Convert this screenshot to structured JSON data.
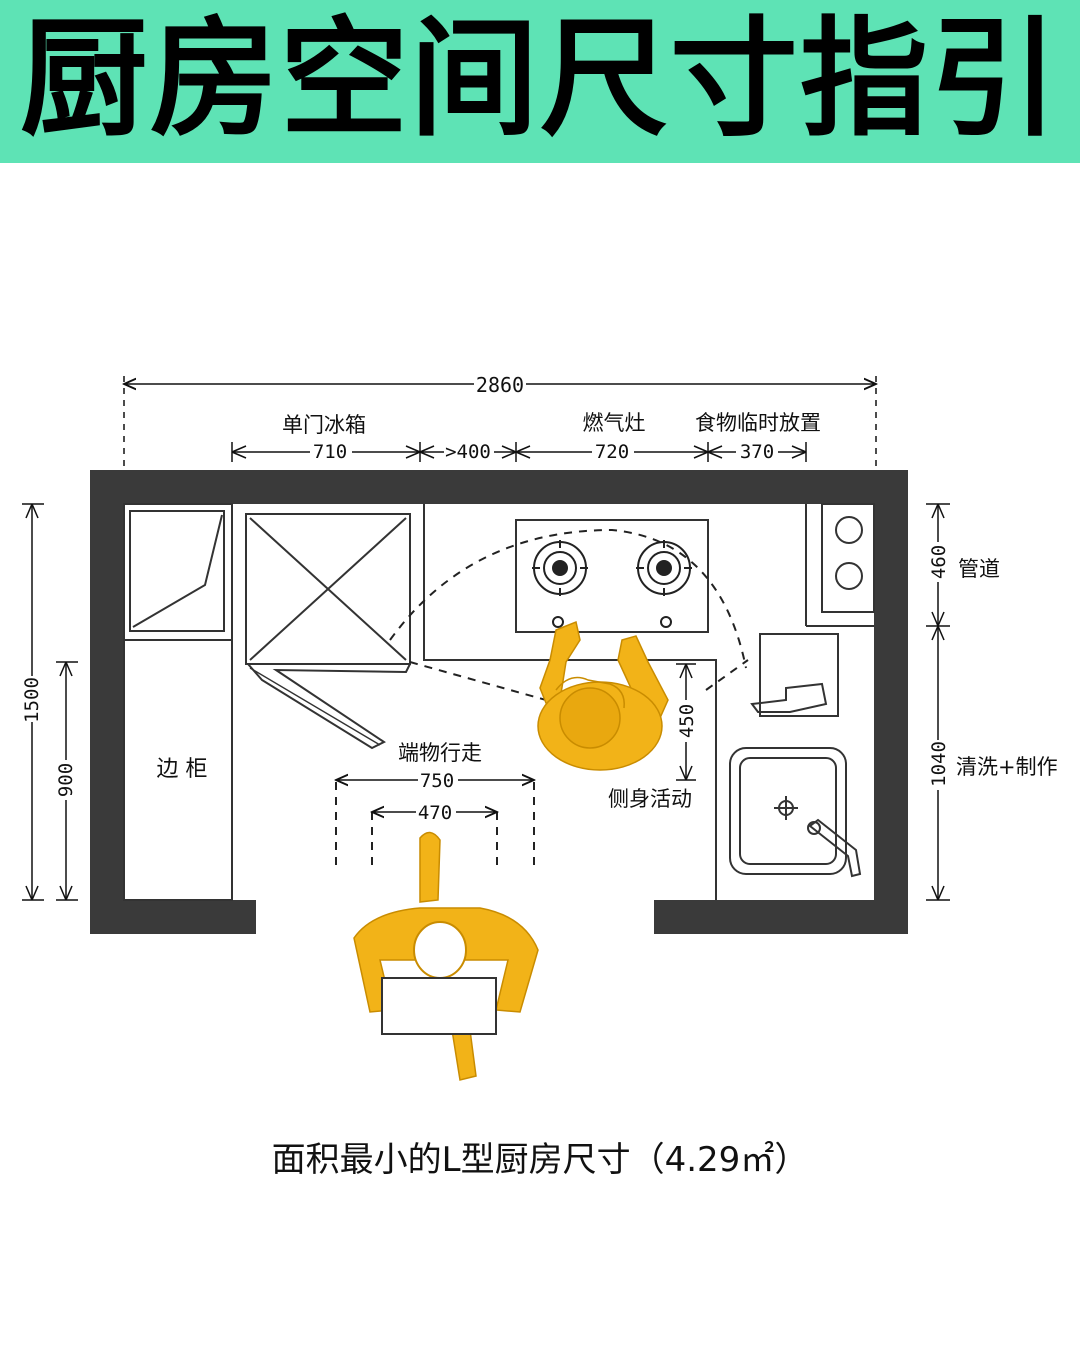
{
  "banner": {
    "title": "厨房空间尺寸指引",
    "color": "#5ee3b5"
  },
  "dimensions": {
    "total_width": "2860",
    "fridge_width": "710",
    "gap_width": ">400",
    "stove_width": "720",
    "food_width": "370",
    "pipe_height": "460",
    "sink_height": "1040",
    "left_total_height": "1500",
    "left_cabinet_height": "900",
    "walk_outer": "750",
    "walk_inner": "470",
    "side_depth": "450"
  },
  "labels": {
    "fridge": "单门冰箱",
    "stove": "燃气灶",
    "food_area": "食物临时放置",
    "pipe": "管道",
    "wash_prep": "清洗+制作",
    "side_cabinet": "边  柜",
    "carry_walk": "端物行走",
    "side_move": "侧身活动"
  },
  "caption": "面积最小的L型厨房尺寸（4.29㎡）",
  "colors": {
    "wall": "#3a3a3a",
    "person": "#f2b318",
    "person_outline": "#c98c00"
  }
}
